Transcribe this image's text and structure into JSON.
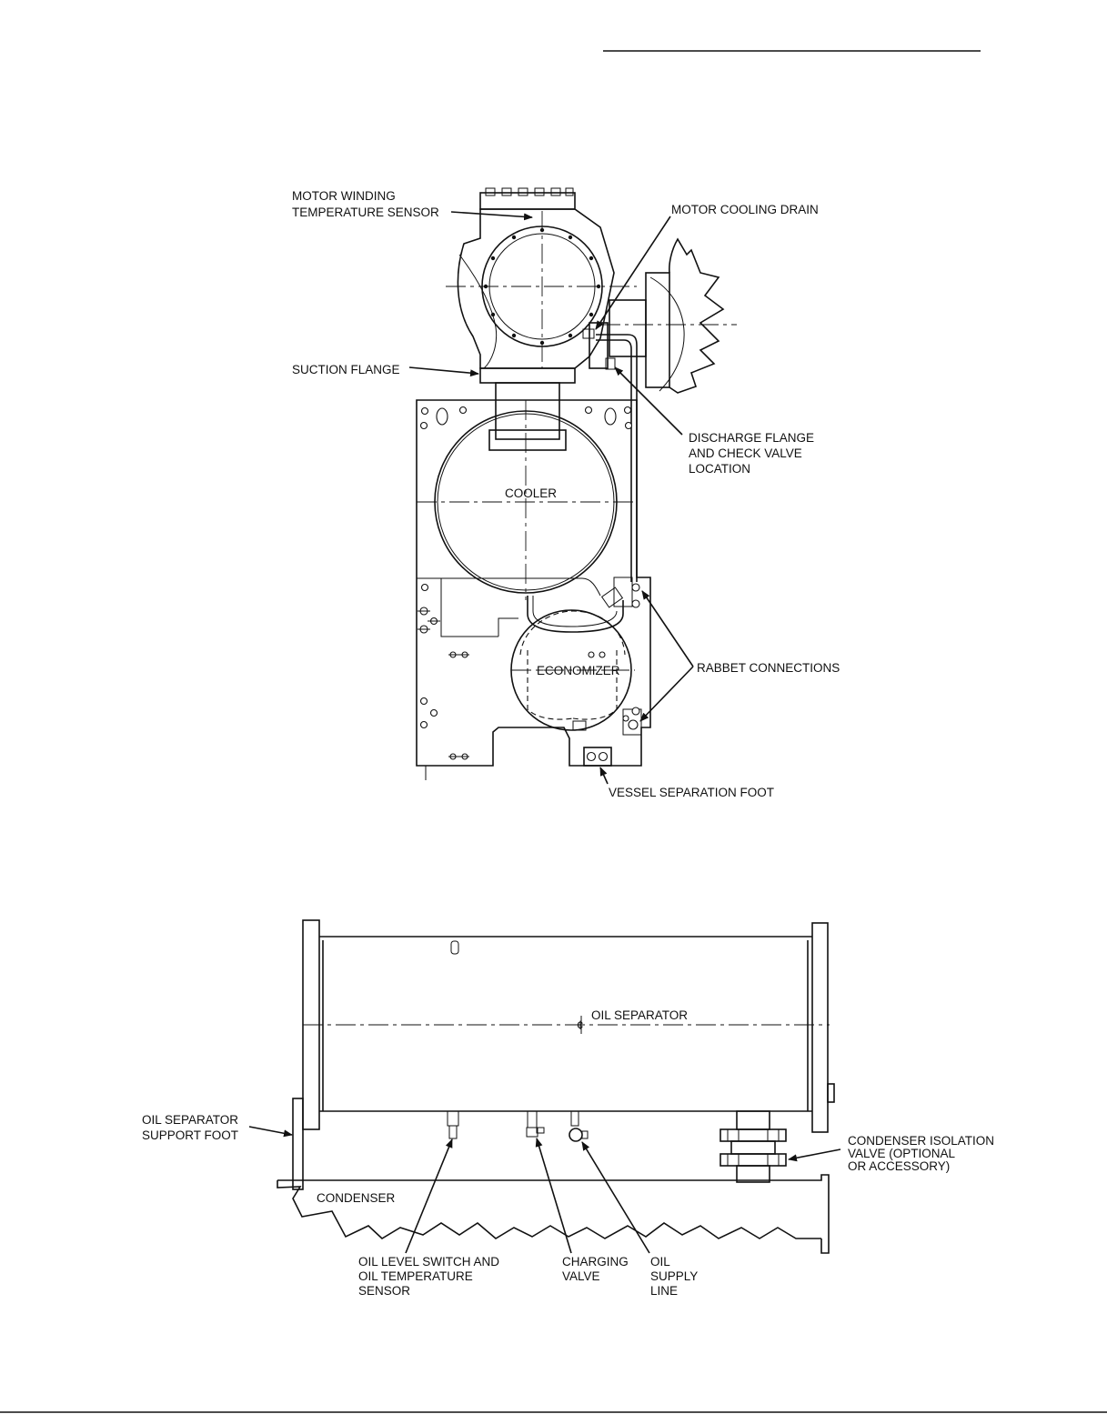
{
  "top_figure": {
    "labels": {
      "motor_winding_line1": "MOTOR WINDING",
      "motor_winding_line2": "TEMPERATURE SENSOR",
      "motor_cooling_drain": "MOTOR COOLING DRAIN",
      "suction_flange": "SUCTION FLANGE",
      "discharge_line1": "DISCHARGE FLANGE",
      "discharge_line2": "AND CHECK VALVE",
      "discharge_line3": "LOCATION",
      "cooler": "COOLER",
      "economizer": "ECONOMIZER",
      "rabbet_connections": "RABBET CONNECTIONS",
      "vessel_separation_foot": "VESSEL SEPARATION FOOT"
    }
  },
  "bottom_figure": {
    "labels": {
      "oil_separator": "OIL SEPARATOR",
      "oil_sep_foot_line1": "OIL SEPARATOR",
      "oil_sep_foot_line2": "SUPPORT FOOT",
      "condenser": "CONDENSER",
      "isolation_line1": "CONDENSER ISOLATION",
      "isolation_line2": "VALVE (OPTIONAL",
      "isolation_line3": "OR ACCESSORY)",
      "oil_level_line1": "OIL LEVEL SWITCH  AND",
      "oil_level_line2": "OIL TEMPERATURE",
      "oil_level_line3": "SENSOR",
      "charging_line1": "CHARGING",
      "charging_line2": "VALVE",
      "oil_supply_line1": "OIL",
      "oil_supply_line2": "SUPPLY",
      "oil_supply_line3": "LINE",
      "centerline_symbol": "¢"
    }
  }
}
